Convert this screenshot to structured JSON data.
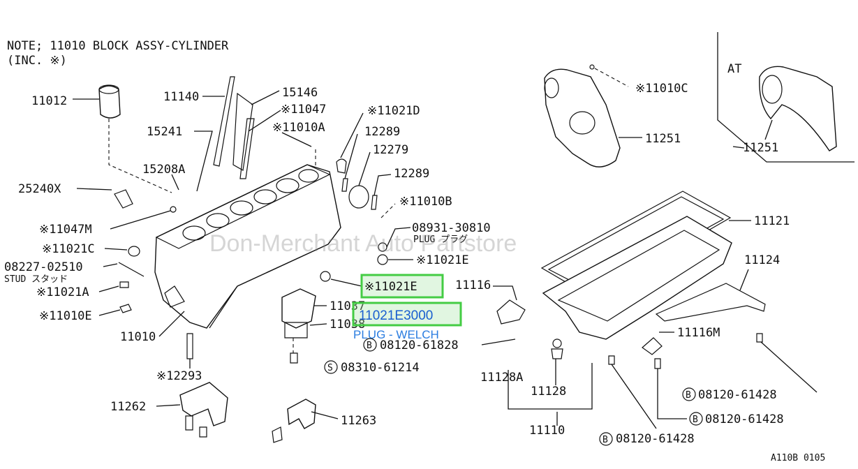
{
  "note": {
    "line1": "NOTE; 11010   BLOCK ASSY-CYLINDER",
    "line2": "(INC.  ※)"
  },
  "watermark": "Don-Merchant Auto Partstore",
  "plate_code": "A110B 0105",
  "at_label": "AT",
  "highlight": {
    "part_number": "11021E3000",
    "description": "PLUG - WELCH",
    "ref_label": "※11021E"
  },
  "labels": {
    "l11012": "11012",
    "l11140": "11140",
    "l15146": "15146",
    "l11047": "※11047",
    "l11021D": "※11021D",
    "l11010A": "※11010A",
    "l15241": "15241",
    "l12289a": "12289",
    "l12279": "12279",
    "l12289b": "12289",
    "l15208A": "15208A",
    "l25240X": "25240X",
    "l11010B": "※11010B",
    "l11047M": "※11047M",
    "l08931": "08931-30810",
    "l08931sub": "PLUG  プラグ",
    "l11021C": "※11021C",
    "l11021E1": "※11021E",
    "l08227": "08227-02510",
    "l08227sub": "STUD スタッド",
    "l11021A": "※11021A",
    "l11037": "11037",
    "l11038": "11038",
    "l11010E": "※11010E",
    "l11010": "11010",
    "l08120_61828": "08120-61828",
    "l08120_61828_pre": "B",
    "l08310": "08310-61214",
    "l08310_pre": "S",
    "l12293": "※12293",
    "l11262": "11262",
    "l11263": "11263",
    "l11010C": "※11010C",
    "l11251a": "11251",
    "l11251b": "11251",
    "l11121": "11121",
    "l11124": "11124",
    "l11116": "11116",
    "l11116M": "11116M",
    "l11128A": "11128A",
    "l11128": "11128",
    "l11110": "11110",
    "l08120_61428a": "08120-61428",
    "l08120_61428b": "08120-61428",
    "l08120_61428c": "08120-61428",
    "l_b": "B"
  }
}
